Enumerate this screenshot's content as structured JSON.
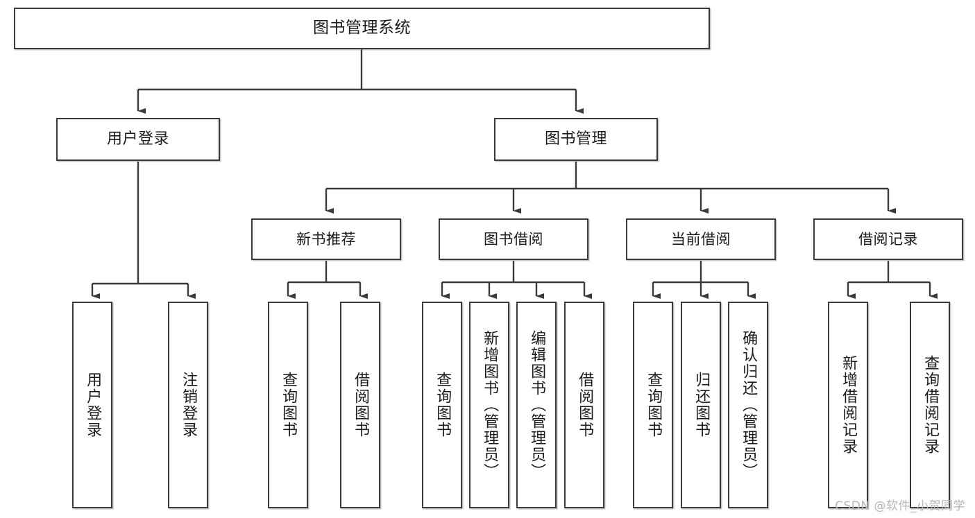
{
  "diagram": {
    "title": "图书管理系统",
    "type": "tree-hierarchy",
    "watermark": "CSDN @软件_小贺同学",
    "colors": {
      "background": "#ffffff",
      "node_border": "#3a3a3a",
      "node_fill": "#ffffff",
      "edge": "#3a3a3a",
      "text": "#1b1b1b",
      "watermark": "#b6b6b6"
    },
    "nodes": {
      "root": {
        "label": "图书管理系统"
      },
      "level2": [
        {
          "id": "user-login",
          "label": "用户登录"
        },
        {
          "id": "book-management",
          "label": "图书管理"
        }
      ],
      "level3": [
        {
          "id": "new-book-recommend",
          "label": "新书推荐"
        },
        {
          "id": "book-borrow",
          "label": "图书借阅"
        },
        {
          "id": "current-borrow",
          "label": "当前借阅"
        },
        {
          "id": "borrow-record",
          "label": "借阅记录"
        }
      ],
      "leaves": [
        {
          "id": "leaf-user-login",
          "label": "用户登录",
          "parent": "user-login"
        },
        {
          "id": "leaf-logout-login",
          "label": "注销登录",
          "parent": "user-login"
        },
        {
          "id": "leaf-query-book-1",
          "label": "查询图书",
          "parent": "new-book-recommend"
        },
        {
          "id": "leaf-borrow-book-1",
          "label": "借阅图书",
          "parent": "new-book-recommend"
        },
        {
          "id": "leaf-query-book-2",
          "label": "查询图书",
          "parent": "book-borrow"
        },
        {
          "id": "leaf-add-book",
          "label": "新增图书（管理员）",
          "parent": "book-borrow"
        },
        {
          "id": "leaf-edit-book",
          "label": "编辑图书（管理员）",
          "parent": "book-borrow"
        },
        {
          "id": "leaf-borrow-book-2",
          "label": "借阅图书",
          "parent": "book-borrow"
        },
        {
          "id": "leaf-query-book-3",
          "label": "查询图书",
          "parent": "current-borrow"
        },
        {
          "id": "leaf-return-book",
          "label": "归还图书",
          "parent": "current-borrow"
        },
        {
          "id": "leaf-confirm-return",
          "label": "确认归还（管理员）",
          "parent": "current-borrow"
        },
        {
          "id": "leaf-add-record",
          "label": "新增借阅记录",
          "parent": "borrow-record"
        },
        {
          "id": "leaf-query-record",
          "label": "查询借阅记录",
          "parent": "borrow-record"
        }
      ]
    }
  }
}
